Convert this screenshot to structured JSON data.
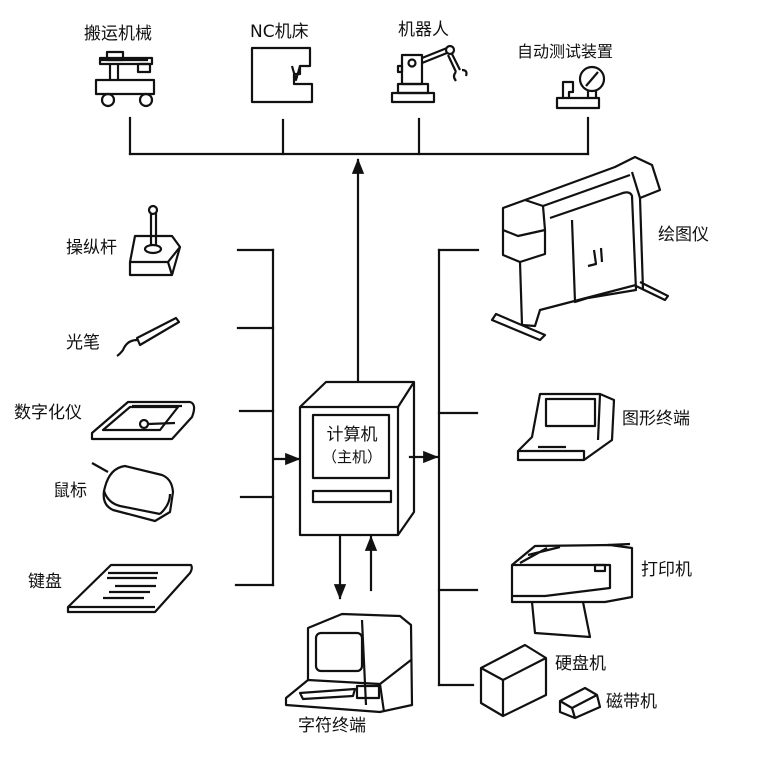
{
  "diagram": {
    "type": "computer system peripherals block diagram",
    "center": {
      "line1": "计算机",
      "line2": "（主机）"
    },
    "top_devices": [
      {
        "id": "conveyor",
        "label": "搬运机械",
        "icon": "conveyor-machine-icon"
      },
      {
        "id": "nc",
        "label": "NC机床",
        "icon": "nc-machine-tool-icon"
      },
      {
        "id": "robot",
        "label": "机器人",
        "icon": "robot-arm-icon"
      },
      {
        "id": "tester",
        "label": "自动测试装置",
        "icon": "gauge-tester-icon"
      }
    ],
    "input_devices": [
      {
        "id": "joystick",
        "label": "操纵杆",
        "icon": "joystick-icon"
      },
      {
        "id": "lightpen",
        "label": "光笔",
        "icon": "light-pen-icon"
      },
      {
        "id": "digitizer",
        "label": "数字化仪",
        "icon": "digitizer-tablet-icon"
      },
      {
        "id": "mouse",
        "label": "鼠标",
        "icon": "mouse-icon"
      },
      {
        "id": "keyboard",
        "label": "键盘",
        "icon": "keyboard-icon"
      }
    ],
    "output_devices": [
      {
        "id": "plotter",
        "label": "绘图仪",
        "icon": "plotter-icon"
      },
      {
        "id": "graphics_terminal",
        "label": "图形终端",
        "icon": "graphics-terminal-icon"
      },
      {
        "id": "printer",
        "label": "打印机",
        "icon": "printer-icon"
      },
      {
        "id": "harddisk",
        "label": "硬盘机",
        "icon": "hard-disk-icon"
      },
      {
        "id": "tape",
        "label": "磁带机",
        "icon": "tape-drive-icon"
      }
    ],
    "bottom_device": {
      "id": "char_terminal",
      "label": "字符终端",
      "icon": "character-terminal-icon"
    }
  }
}
